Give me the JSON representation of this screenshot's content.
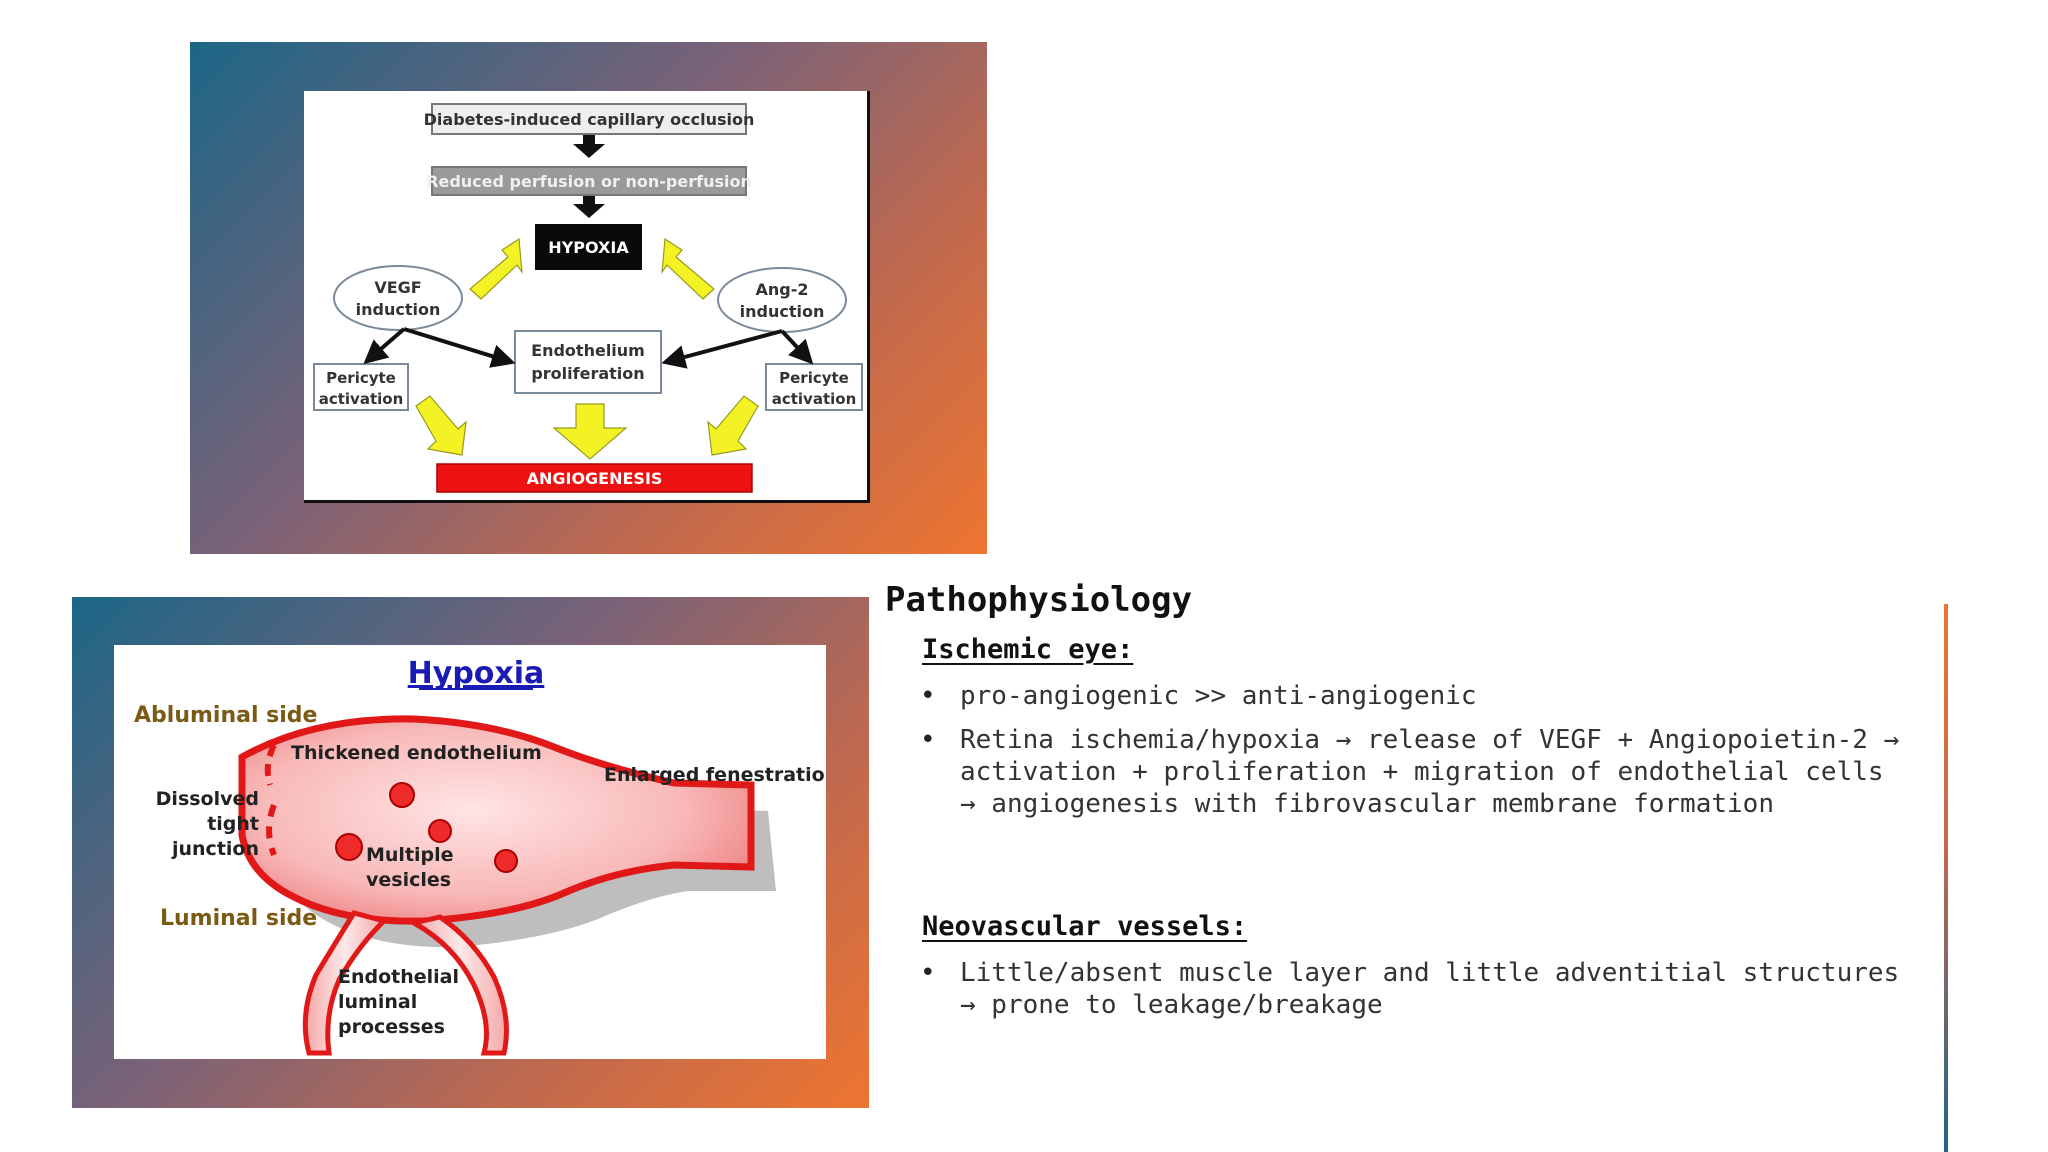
{
  "flowchart": {
    "occlusion": "Diabetes-induced capillary occlusion",
    "perfusion": "Reduced perfusion or non-perfusion",
    "hypoxia": "HYPOXIA",
    "vegf_line1": "VEGF",
    "vegf_line2": "induction",
    "ang_line1": "Ang-2",
    "ang_line2": "induction",
    "endo_line1": "Endothelium",
    "endo_line2": "proliferation",
    "pericyte_left_line1": "Pericyte",
    "pericyte_left_line2": "activation",
    "pericyte_right_line1": "Pericyte",
    "pericyte_right_line2": "activation",
    "angiogenesis": "ANGIOGENESIS"
  },
  "vessel": {
    "title": "Hypoxia",
    "abluminal": "Abluminal side",
    "luminal": "Luminal side",
    "thickened": "Thickened endothelium",
    "enlarged": "Enlarged fenestration",
    "dissolved_line1": "Dissolved",
    "dissolved_line2": "tight",
    "dissolved_line3": "junction",
    "vesicles_line1": "Multiple",
    "vesicles_line2": "vesicles",
    "processes_line1": "Endothelial",
    "processes_line2": "luminal",
    "processes_line3": "processes"
  },
  "text": {
    "heading": "Pathophysiology",
    "ischemic_title": "Ischemic eye:",
    "ischemic_bullets": [
      "pro-angiogenic >> anti-angiogenic",
      "Retina ischemia/hypoxia → release of VEGF + Angiopoietin-2 → activation + proliferation + migration of endothelial cells → angiogenesis with fibrovascular membrane formation"
    ],
    "neo_title": "Neovascular vessels:",
    "neo_bullets": [
      "Little/absent muscle layer and little adventitial structures → prone to leakage/breakage"
    ]
  },
  "colors": {
    "gradient_start": "#1c6686",
    "gradient_end": "#ee7530",
    "arrow_yellow": "#f2f224",
    "angiogenesis_red": "#ee1111",
    "vessel_red": "#e01818",
    "hypoxia_title_blue": "#1a1ab4",
    "side_label_brown": "#7a5a14"
  }
}
